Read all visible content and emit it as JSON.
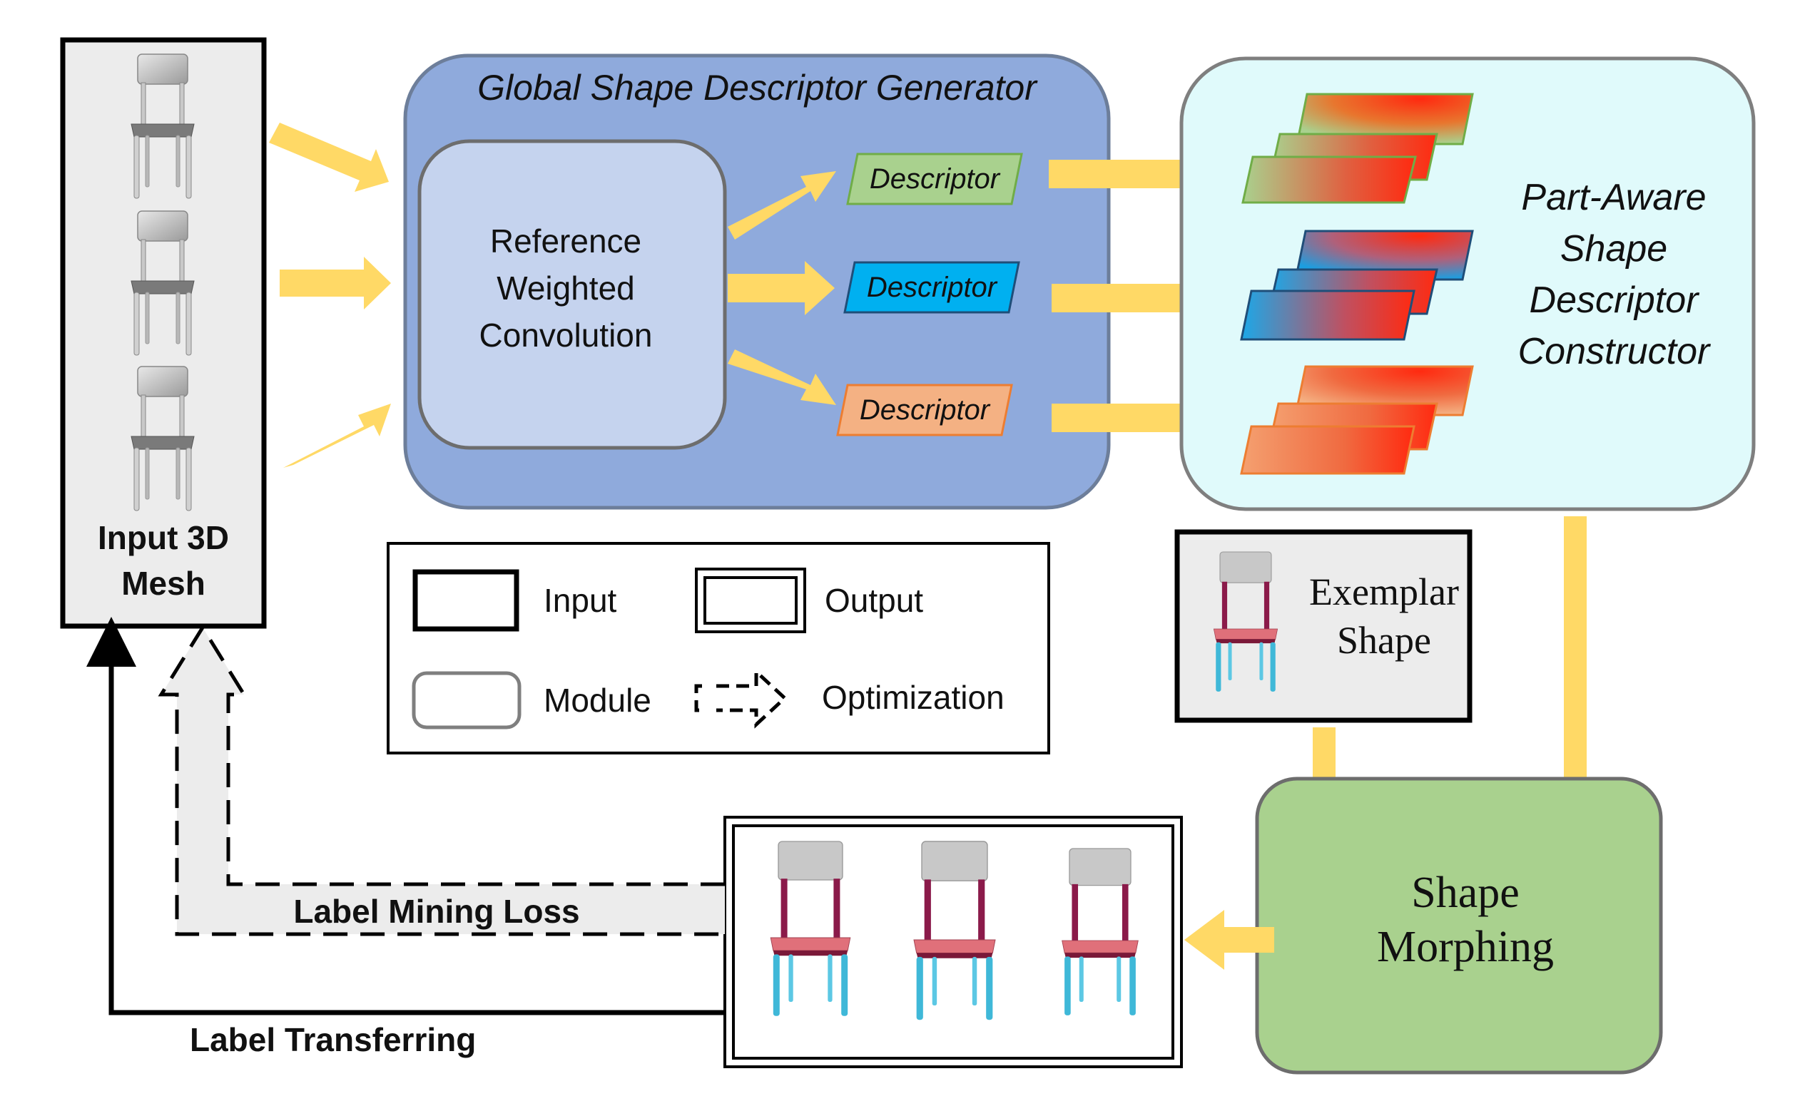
{
  "input_box": {
    "line1": "Input 3D",
    "line2": "Mesh"
  },
  "generator": {
    "title": "Global Shape Descriptor Generator"
  },
  "rwc": {
    "line1": "Reference",
    "line2": "Weighted",
    "line3": "Convolution"
  },
  "descriptors": [
    {
      "label": "Descriptor",
      "color": "#a9d18e"
    },
    {
      "label": "Descriptor",
      "color": "#00b0f0"
    },
    {
      "label": "Descriptor",
      "color": "#f4b183"
    }
  ],
  "constructor": {
    "line1": "Part-Aware",
    "line2": "Shape",
    "line3": "Descriptor",
    "line4": "Constructor"
  },
  "legend": {
    "input": "Input",
    "output": "Output",
    "module": "Module",
    "optimization": "Optimization"
  },
  "exemplar": {
    "line1": "Exemplar",
    "line2": "Shape"
  },
  "morphing": {
    "line1": "Shape",
    "line2": "Morphing"
  },
  "loss": {
    "label": "Label Mining Loss"
  },
  "transfer": {
    "label": "Label Transferring"
  },
  "colors": {
    "arrow": "#ffd966",
    "generator_fill": "#8faadc",
    "rwc_fill": "#c5d3ee",
    "constructor_fill": "#e0fafb",
    "morphing_fill": "#a9d18e",
    "panel_fill": "#ececec",
    "part_back": "#bfbfbf",
    "part_seat": "#e0707a",
    "part_frame": "#8b1a4a",
    "part_leg": "#3fb8d8"
  }
}
